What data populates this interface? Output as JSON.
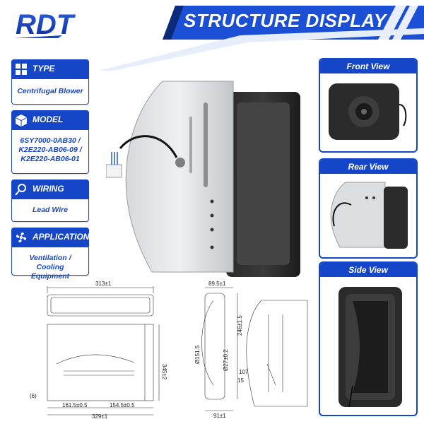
{
  "header": {
    "logo_text": "RDT",
    "banner_title": "STRUCTURE DISPLAY"
  },
  "cards": [
    {
      "title": "TYPE",
      "icon": "grid-icon",
      "body_lines": [
        "Centrifugal Blower"
      ]
    },
    {
      "title": "MODEL",
      "icon": "cube-icon",
      "body_lines": [
        "6SY7000-0AB30 /",
        "K2E220-AB06-09 /",
        "K2E220-AB06-01"
      ]
    },
    {
      "title": "WIRING",
      "icon": "wire-icon",
      "body_lines": [
        "Lead Wire"
      ]
    },
    {
      "title": "APPLICATION",
      "icon": "fan-icon",
      "body_lines": [
        "Ventilation / Cooling",
        "Equipment"
      ]
    }
  ],
  "views": [
    {
      "title": "Front View"
    },
    {
      "title": "Rear View"
    },
    {
      "title": "Side View"
    }
  ],
  "dimensions": {
    "width_top": "313±1",
    "height": "345±2",
    "left_span": "161.5±0.5",
    "right_span": "154.5±0.5",
    "bottom_total": "329±1",
    "hole_note": "(6)",
    "side_top": "89.5±1",
    "side_dia1": "Ø151.5",
    "side_dia2": "Ø27±0.2",
    "side_bottom": "91±1",
    "side_h": "246±1.5",
    "side_107": "107",
    "side_15": "15"
  },
  "colors": {
    "brand_blue": "#1446c7",
    "banner_blue": "#1a4fd6",
    "dark_navy": "#0c2a7a"
  }
}
